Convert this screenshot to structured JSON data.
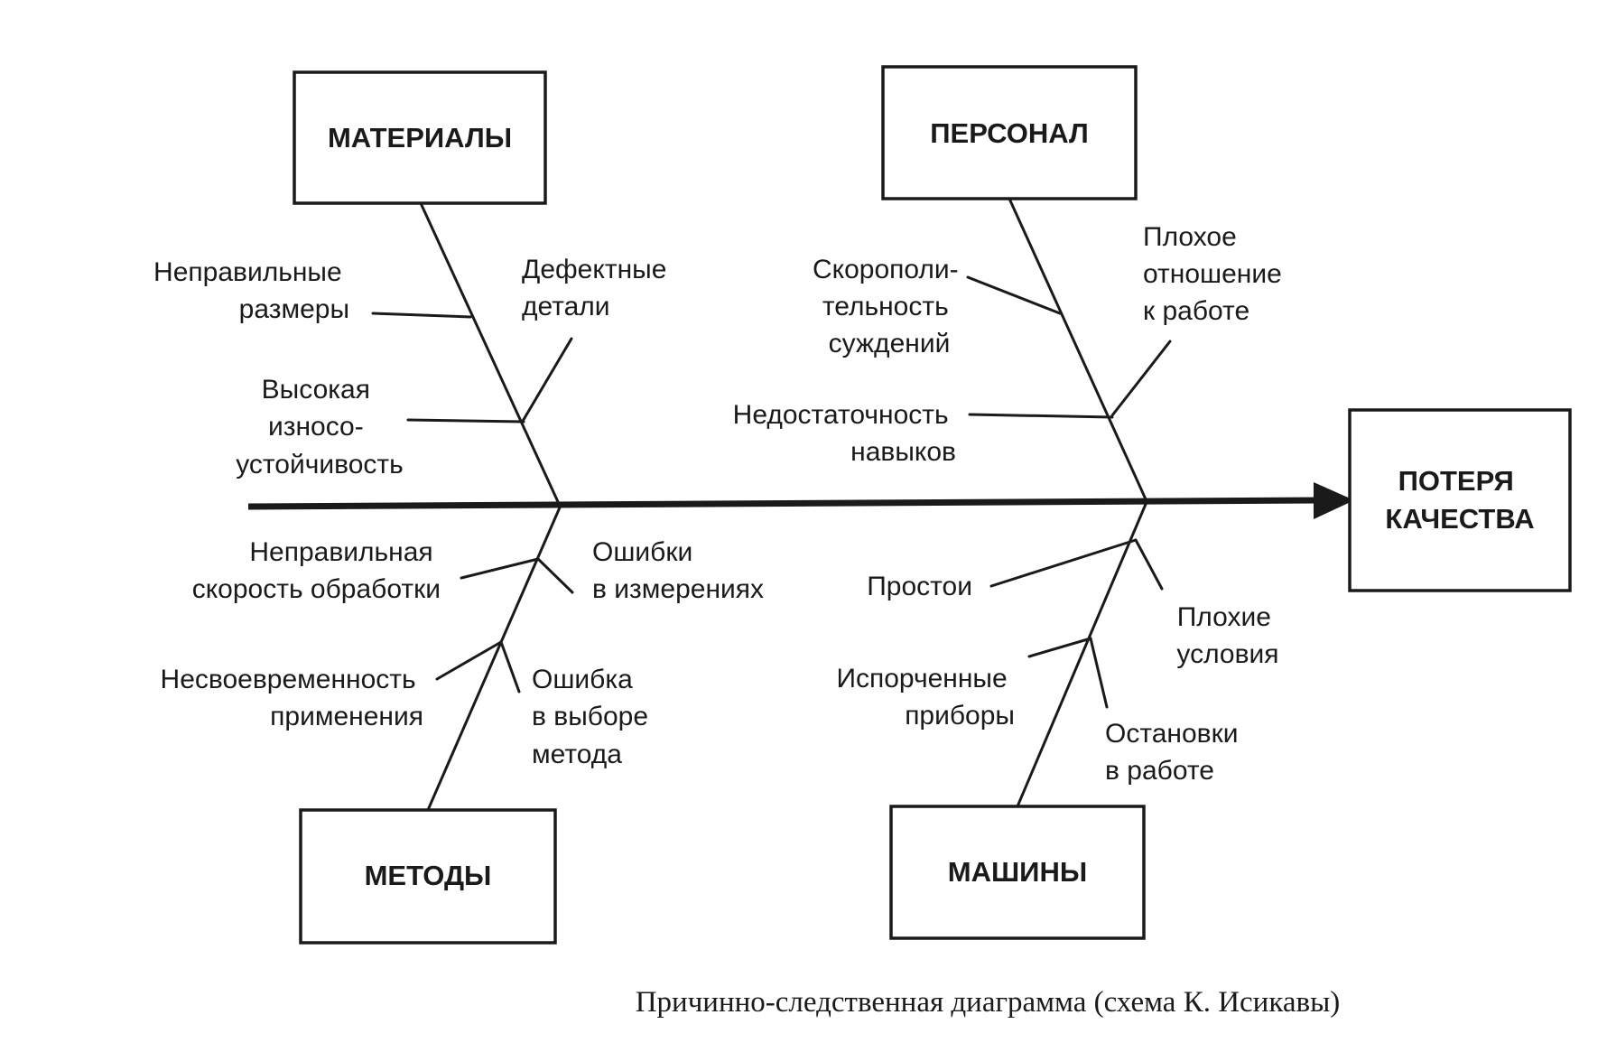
{
  "effect": {
    "lines": [
      "ПОТЕРЯ",
      "КАЧЕСТВА"
    ]
  },
  "categories": {
    "materials": "МАТЕРИАЛЫ",
    "personnel": "ПЕРСОНАЛ",
    "methods": "МЕТОДЫ",
    "machines": "МАШИНЫ"
  },
  "causes": {
    "materials": [
      {
        "lines": [
          "Неправильные",
          "размеры"
        ]
      },
      {
        "lines": [
          "Дефектные",
          "детали"
        ]
      },
      {
        "lines": [
          "Высокая",
          "износо-",
          "устойчивость"
        ]
      }
    ],
    "personnel": [
      {
        "lines": [
          "Скорополи-",
          "тельность",
          "суждений"
        ]
      },
      {
        "lines": [
          "Плохое",
          "отношение",
          "к работе"
        ]
      },
      {
        "lines": [
          "Недостаточность",
          "навыков"
        ]
      }
    ],
    "methods": [
      {
        "lines": [
          "Неправильная",
          "скорость обработки"
        ]
      },
      {
        "lines": [
          "Ошибки",
          "в измерениях"
        ]
      },
      {
        "lines": [
          "Несвоевременность",
          "применения"
        ]
      },
      {
        "lines": [
          "Ошибка",
          "в выборе",
          "метода"
        ]
      }
    ],
    "machines": [
      {
        "lines": [
          "Простои"
        ]
      },
      {
        "lines": [
          "Плохие",
          "условия"
        ]
      },
      {
        "lines": [
          "Испорченные",
          "приборы"
        ]
      },
      {
        "lines": [
          "Остановки",
          "в работе"
        ]
      }
    ]
  },
  "caption": "Причинно-следственная диаграмма (схема К. Исикавы)"
}
